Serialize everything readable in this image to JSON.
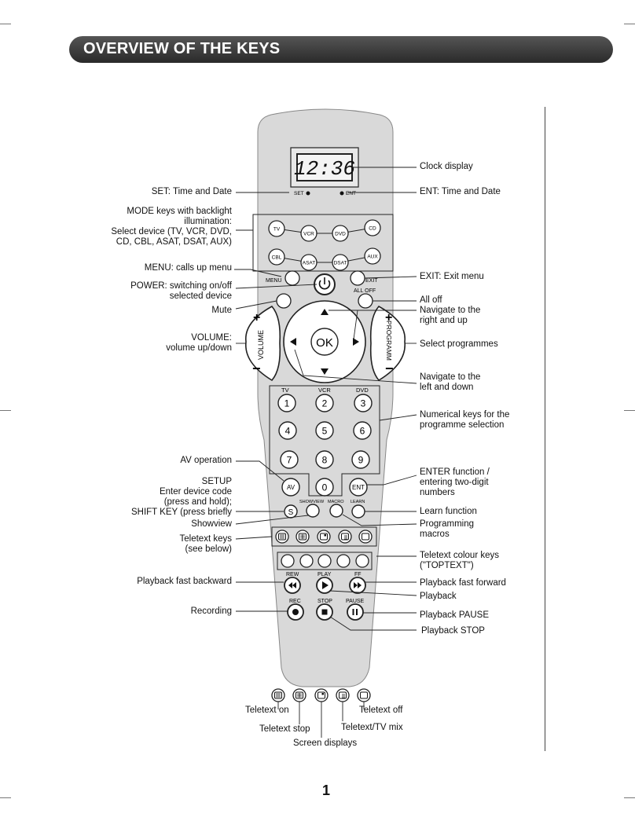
{
  "header": {
    "title": "OVERVIEW OF THE KEYS"
  },
  "display": {
    "time": "12:36"
  },
  "remote": {
    "set_label": "SET",
    "ent_label": "ENT",
    "mode_keys": [
      "TV",
      "VCR",
      "DVD",
      "CD",
      "CBL",
      "ASAT",
      "DSAT",
      "AUX"
    ],
    "menu_label": "MENU",
    "exit_label": "EXIT",
    "all_off_label": "ALL OFF",
    "volume_label": "VOLUME",
    "programm_label": "PROGRAMM",
    "ok_label": "OK",
    "device_row": [
      "TV",
      "VCR",
      "DVD"
    ],
    "digits": [
      "1",
      "2",
      "3",
      "4",
      "5",
      "6",
      "7",
      "8",
      "9",
      "0"
    ],
    "av_label": "AV",
    "ent_key_label": "ENT",
    "s_label": "S",
    "showview_label": "SHOWVIEW",
    "macro_label": "MACRO",
    "learn_label": "LEARN",
    "rew_label": "REW",
    "play_label": "PLAY",
    "ff_label": "FF",
    "rec_label": "REC",
    "stop_label": "STOP",
    "pause_label": "PAUSE",
    "plus": "+",
    "minus": "−"
  },
  "left_labels": {
    "set": "SET: Time and Date",
    "mode": [
      "MODE keys with backlight",
      "illumination:",
      "Select device (TV, VCR, DVD,",
      "CD, CBL, ASAT, DSAT, AUX)"
    ],
    "menu": "MENU: calls up menu",
    "power": [
      "POWER: switching on/off",
      "selected device"
    ],
    "mute": "Mute",
    "volume": [
      "VOLUME:",
      "volume up/down"
    ],
    "av": "AV operation",
    "setup": [
      "SETUP",
      "Enter device code",
      "(press and hold);",
      "SHIFT KEY (press briefly"
    ],
    "showview": "Showview",
    "teletext": [
      "Teletext keys",
      "(see below)"
    ],
    "rew": "Playback fast backward",
    "rec": "Recording"
  },
  "right_labels": {
    "clock": "Clock display",
    "ent": "ENT: Time and Date",
    "exit": "EXIT: Exit menu",
    "all_off": "All off",
    "nav_right_up": [
      "Navigate to the",
      "right and up"
    ],
    "programmes": "Select programmes",
    "nav_left_down": [
      "Navigate to the",
      "left and down"
    ],
    "numerical": [
      "Numerical keys for the",
      "programme selection"
    ],
    "enter": [
      "ENTER function /",
      "entering two-digit",
      "numbers"
    ],
    "learn": "Learn function",
    "macros": [
      "Programming",
      "macros"
    ],
    "colour": [
      "Teletext colour keys",
      "(\"TOPTEXT\")"
    ],
    "ff": "Playback fast forward",
    "play": "Playback",
    "pause": "Playback PAUSE",
    "stop": "Playback STOP"
  },
  "teletext_legend": {
    "on": "Teletext on",
    "off": "Teletext off",
    "stop": "Teletext stop",
    "mix": "Teletext/TV mix",
    "screen": "Screen displays"
  },
  "page_number": "1"
}
